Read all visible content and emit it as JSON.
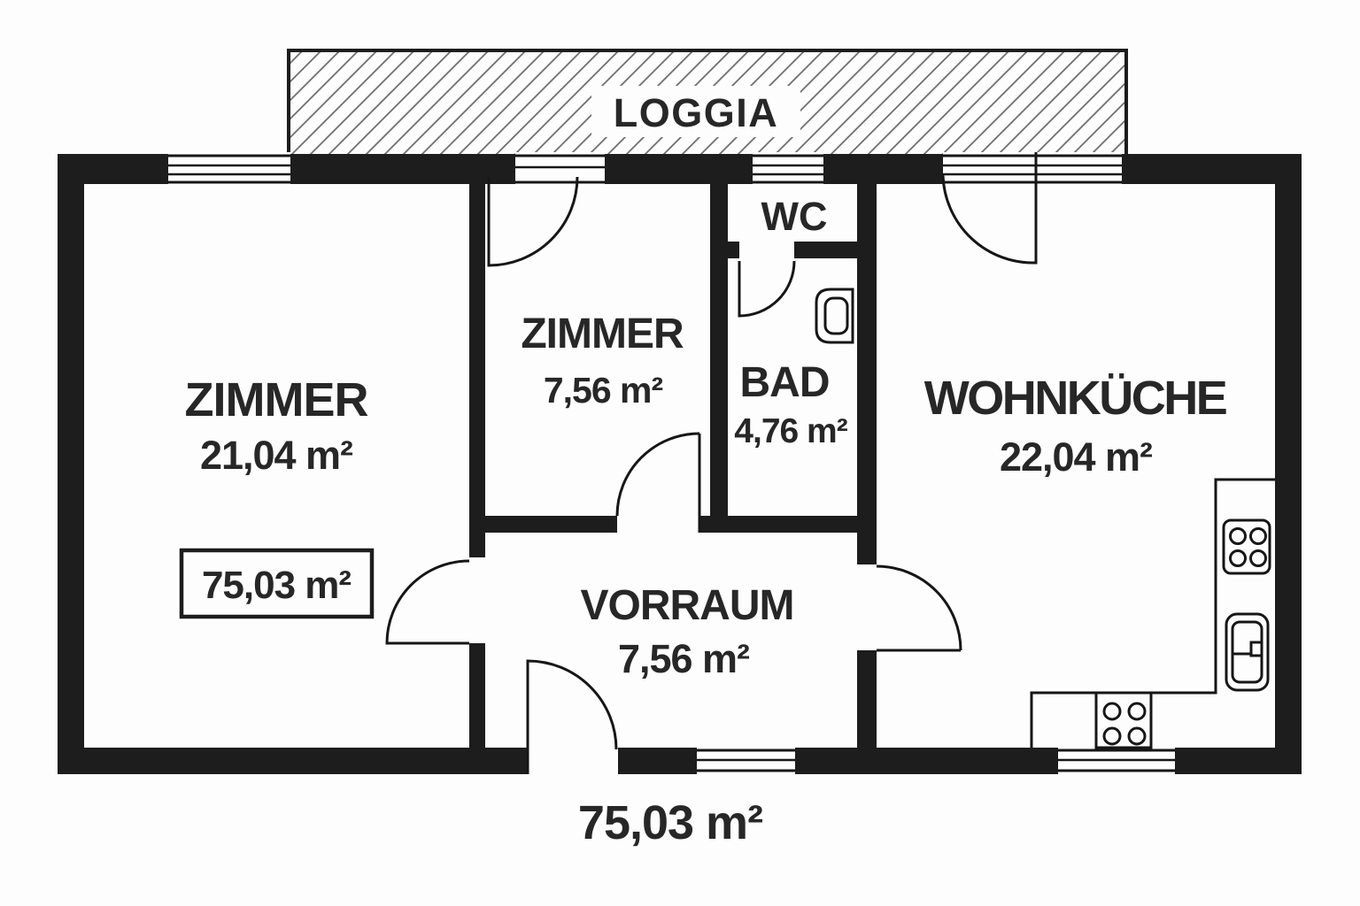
{
  "plan": {
    "loggia": {
      "label": "LOGGIA"
    },
    "rooms": [
      {
        "key": "zimmer-left",
        "name": "ZIMMER",
        "area": "21,04 m²"
      },
      {
        "key": "zimmer-middle",
        "name": "ZIMMER",
        "area": "7,56 m²"
      },
      {
        "key": "wc",
        "name": "WC",
        "area": ""
      },
      {
        "key": "bad",
        "name": "BAD",
        "area": "4,76 m²"
      },
      {
        "key": "wohnkueche",
        "name": "WOHNKÜCHE",
        "area": "22,04 m²"
      },
      {
        "key": "vorraum",
        "name": "VORRAUM",
        "area": "7,56 m²"
      }
    ],
    "totals": {
      "boxed_area": "75,03 m²",
      "overall_area": "75,03 m²"
    },
    "fixtures": [
      "stove-icon",
      "sink-icon",
      "cooktop-icon",
      "washbasin-icon"
    ],
    "colors": {
      "wall": "#1d1d1d",
      "line": "#161616",
      "background": "#fdfdfd",
      "hatch": "#6f6f6f",
      "text": "#272727"
    }
  }
}
